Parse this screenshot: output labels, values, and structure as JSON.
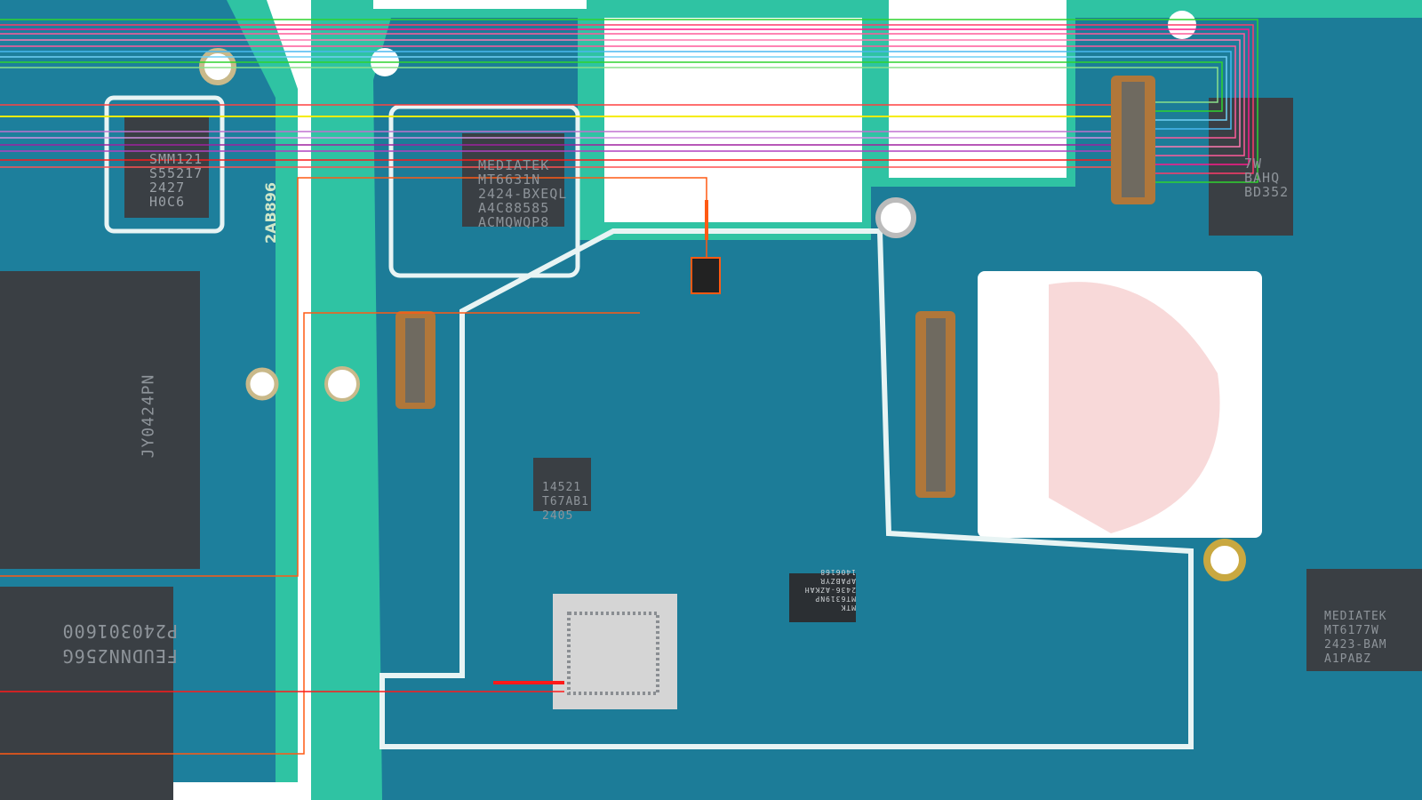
{
  "chips": {
    "pmic_left": [
      "SMM121",
      "S55217",
      "2427",
      "H0C6"
    ],
    "wifi": [
      "MEDIATEK",
      "MT6631N",
      "2424-BXEQL",
      "A4C88585",
      "ACMQWQP8"
    ],
    "sensor": [
      "14521",
      "T67AB1",
      "2405"
    ],
    "pmic_main": [
      "MTK",
      "MT6319NP",
      "2436-AZKAH",
      "APABZYR",
      "1406168"
    ],
    "rf_right": [
      "MEDIATEK",
      "MT6177W",
      "2423-BAM",
      "A1PABZ"
    ],
    "right_top": [
      "7W",
      "BAHQ",
      "BD352"
    ],
    "memory": [
      "FEUDNN256G",
      "P240301600",
      "JY0424PN"
    ]
  },
  "silkscreen": {
    "board_code": "2AB896"
  },
  "colors": {
    "board": "#1a7a96",
    "board_edge": "#34c9a6",
    "chip": "#3a3f44",
    "trace_red": "#ff1a1a",
    "trace_orange": "#ff5a14",
    "trace_yellow": "#f5ec00",
    "trace_green": "#2fd32f",
    "trace_purple": "#a020a0",
    "trace_pink": "#ff5a9a",
    "trace_cyan": "#4ab8f0"
  }
}
